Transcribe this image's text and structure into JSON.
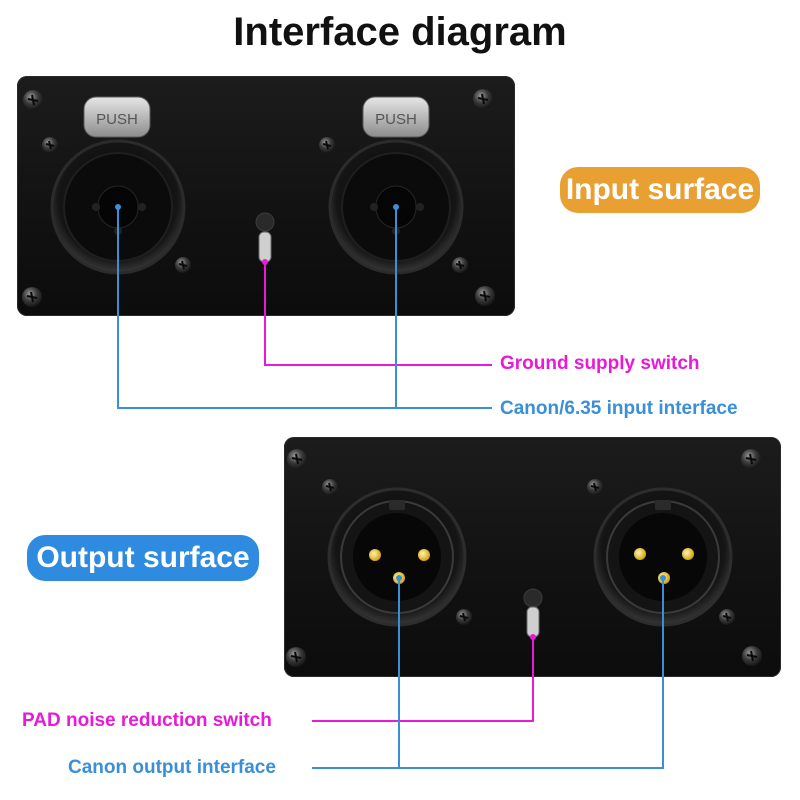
{
  "title": "Interface diagram",
  "input_panel": {
    "badge": "Input surface",
    "connector_push_text": "PUSH",
    "annotations": {
      "ground_switch": "Ground supply switch",
      "input_interface": "Canon/6.35 input interface"
    }
  },
  "output_panel": {
    "badge": "Output surface",
    "annotations": {
      "pad_switch": "PAD noise reduction switch",
      "output_interface": "Canon output interface"
    }
  },
  "colors": {
    "input_badge": "#E8A033",
    "output_badge": "#2E8BE0",
    "magenta": "#E81AD8",
    "blue": "#3A8FD6"
  }
}
